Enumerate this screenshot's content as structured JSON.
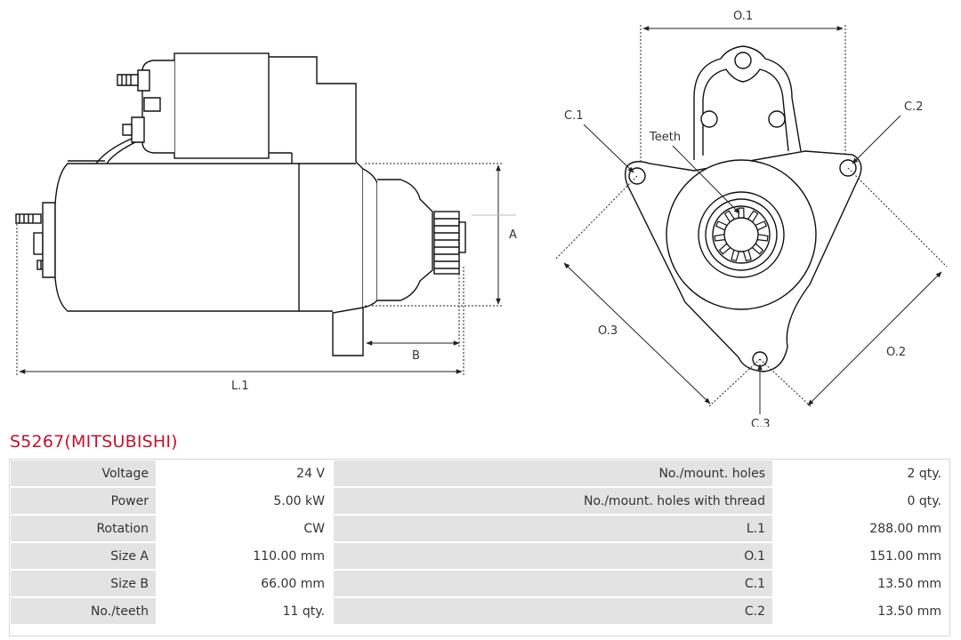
{
  "drawing": {
    "labels": {
      "A": "A",
      "B": "B",
      "L1": "L.1",
      "O1": "O.1",
      "O2": "O.2",
      "O3": "O.3",
      "C1": "C.1",
      "C2": "C.2",
      "C3": "C.3",
      "teeth": "Teeth"
    }
  },
  "title": "S5267(MITSUBISHI)",
  "specs": {
    "rows": [
      {
        "k1": "Voltage",
        "v1": "24 V",
        "k2": "No./mount. holes",
        "v2": "2 qty."
      },
      {
        "k1": "Power",
        "v1": "5.00 kW",
        "k2": "No./mount. holes with thread",
        "v2": "0 qty."
      },
      {
        "k1": "Rotation",
        "v1": "CW",
        "k2": "L.1",
        "v2": "288.00 mm"
      },
      {
        "k1": "Size A",
        "v1": "110.00 mm",
        "k2": "O.1",
        "v2": "151.00 mm"
      },
      {
        "k1": "Size B",
        "v1": "66.00 mm",
        "k2": "C.1",
        "v2": "13.50 mm"
      },
      {
        "k1": "No./teeth",
        "v1": "11 qty.",
        "k2": "C.2",
        "v2": "13.50 mm"
      }
    ]
  }
}
